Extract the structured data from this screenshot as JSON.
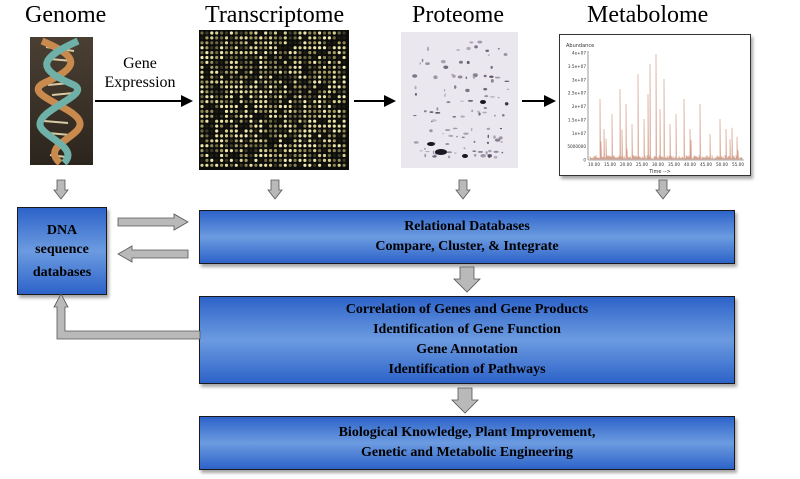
{
  "headers": {
    "genome": "Genome",
    "transcriptome": "Transcriptome",
    "proteome": "Proteome",
    "metabolome": "Metabolome"
  },
  "gene_expression": {
    "line1": "Gene",
    "line2": "Expression"
  },
  "chromatogram": {
    "y_title": "Abundance",
    "y_ticks": [
      "4e+07",
      "3.5e+07",
      "3e+07",
      "2.5e+07",
      "2e+07",
      "1.5e+07",
      "1e+07",
      "5000000",
      "0"
    ],
    "x_ticks": [
      "10.00",
      "15.00",
      "20.00",
      "25.00",
      "30.00",
      "35.00",
      "40.00",
      "45.00",
      "50.00",
      "55.00"
    ],
    "x_title": "Time -->"
  },
  "dna_box": {
    "line1": "DNA",
    "line2": "sequence",
    "line3": "databases"
  },
  "relational_box": {
    "line1": "Relational Databases",
    "line2": "Compare, Cluster, & Integrate"
  },
  "correlation_box": {
    "line1": "Correlation of Genes and Gene Products",
    "line2": "Identification of Gene Function",
    "line3": "Gene Annotation",
    "line4": "Identification  of Pathways"
  },
  "knowledge_box": {
    "line1": "Biological Knowledge, Plant Improvement,",
    "line2": "Genetic and Metabolic Engineering"
  },
  "colors": {
    "box_blue": "#2d63c9",
    "box_light_blue": "#6c9be0",
    "arrow_gray": "#9a9a9a",
    "chromatogram_trace": "#d4a08c"
  }
}
